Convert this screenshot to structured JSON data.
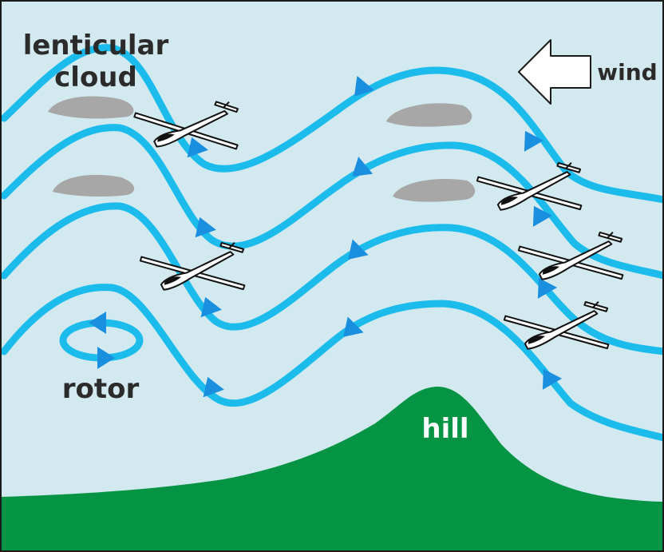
{
  "labels": {
    "lenticular_line1": "lenticular",
    "lenticular_line2": "cloud",
    "wind": "wind",
    "rotor": "rotor",
    "hill": "hill"
  },
  "colors": {
    "sky": "#d3e9f0",
    "airflow": "#1bbcec",
    "arrow": "#1a8fe0",
    "cloud": "#a7a7a7",
    "hill": "#059443",
    "text": "#2b2b2b",
    "hill_text": "#ffffff",
    "border": "#1a1a1a"
  },
  "icons": [
    "wind-arrow-icon",
    "flow-direction-arrow-icon",
    "glider-icon",
    "rotor-icon"
  ]
}
